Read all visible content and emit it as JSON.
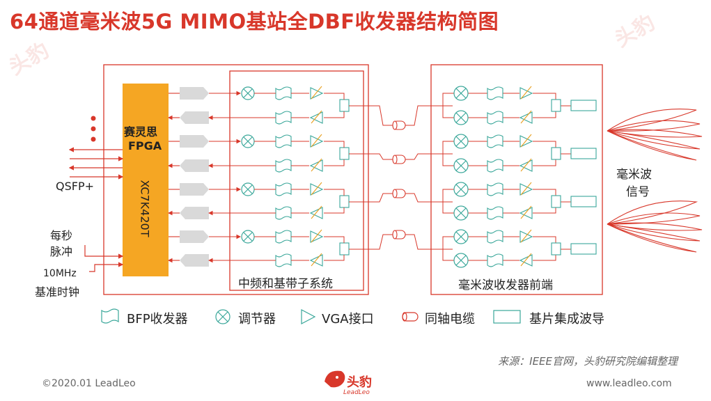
{
  "title": "64通道毫米波5G MIMO基站全DBF收发器结构简图",
  "fpga": {
    "brand": "赛灵思",
    "name": "FPGA",
    "model": "XC7K420T"
  },
  "io_labels": {
    "qsfp": "QSFP+",
    "pulse_line1": "每秒",
    "pulse_line2": "脉冲",
    "clock_line1": "10MHz",
    "clock_line2": "基准时钟"
  },
  "subsystem_label": "中频和基带子系统",
  "frontend_label": "毫米波收发器前端",
  "signal_label_line1": "毫米波",
  "signal_label_line2": "信号",
  "legend": {
    "bfp": "BFP收发器",
    "modulator": "调节器",
    "vga": "VGA接口",
    "coax": "同轴电缆",
    "waveguide": "基片集成波导"
  },
  "source": "来源：IEEE官网，头豹研究院编辑整理",
  "copyright": "©2020.01 LeadLeo",
  "website": "www.leadleo.com",
  "logo": {
    "name": "头豹",
    "sub": "LeadLeo"
  },
  "colors": {
    "accent": "#d8372a",
    "fpga": "#f5a623",
    "device": "#3aa79a",
    "vga": "#e8a020"
  }
}
